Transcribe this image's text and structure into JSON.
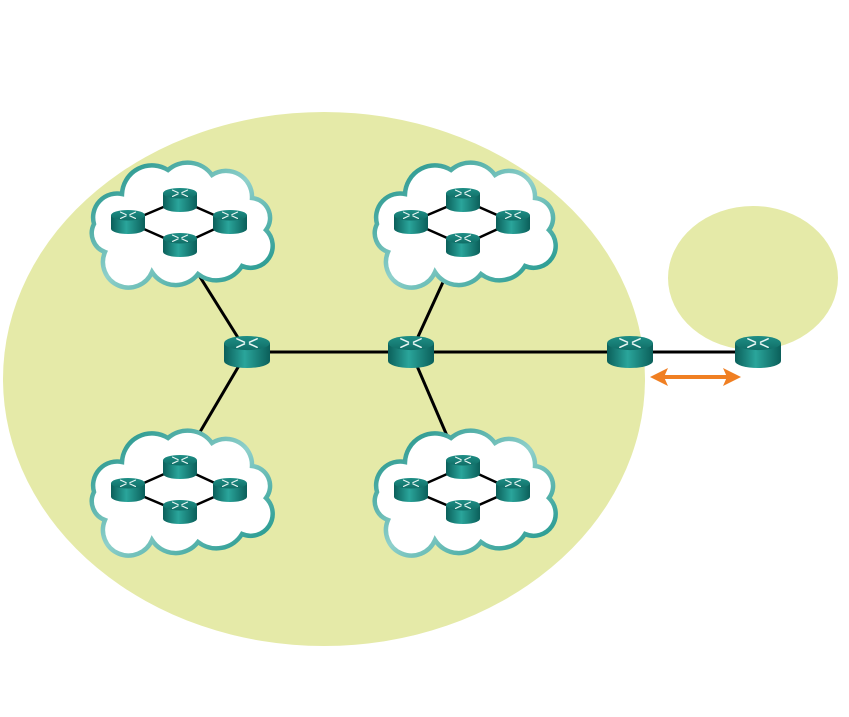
{
  "diagram": {
    "colors": {
      "area": "#e5eaa8",
      "link": "#000000",
      "cloud_stroke": "#1a968c",
      "cloud_fill": "#ffffff",
      "router_dark": "#0b5f5a",
      "router_light": "#2aa59b",
      "arrow": "#f07f22"
    },
    "large_area_routers": 2,
    "clouds": 4,
    "routers_per_cloud": 4,
    "boundary_routers": 2
  }
}
